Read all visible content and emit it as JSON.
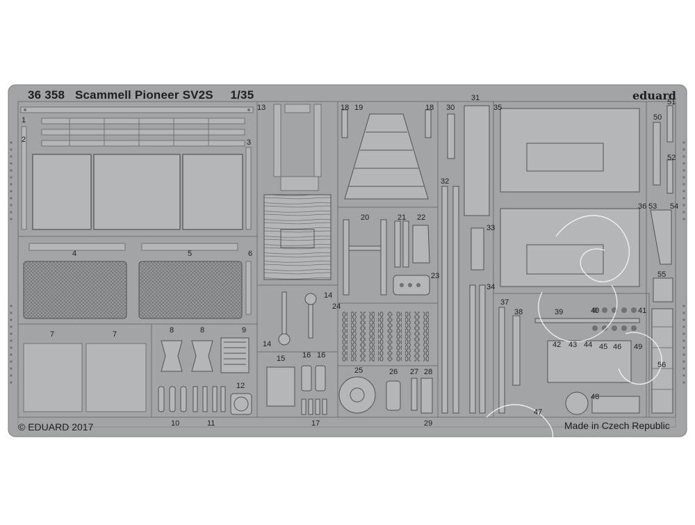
{
  "sheet": {
    "code": "36 358",
    "name": "Scammell Pioneer SV2S",
    "scale": "1/35",
    "brand": "eduard",
    "copyright": "© EDUARD 2017",
    "origin": "Made in Czech Republic"
  },
  "colors": {
    "fret": "#a2a4a5",
    "part": "#b4b6b7",
    "line": "#6f7273",
    "text": "#1e1e1e",
    "background": "#ffffff"
  },
  "part_numbers": [
    "1",
    "2",
    "3",
    "4",
    "5",
    "6",
    "7",
    "7",
    "8",
    "8",
    "9",
    "10",
    "11",
    "12",
    "13",
    "14",
    "14",
    "15",
    "16",
    "16",
    "17",
    "18",
    "18",
    "19",
    "20",
    "21",
    "22",
    "23",
    "24",
    "25",
    "26",
    "27",
    "28",
    "29",
    "30",
    "31",
    "32",
    "33",
    "34",
    "35",
    "36",
    "37",
    "38",
    "39",
    "40",
    "41",
    "42",
    "43",
    "44",
    "45",
    "46",
    "47",
    "48",
    "49",
    "50",
    "51",
    "52",
    "53",
    "54",
    "55",
    "56"
  ]
}
